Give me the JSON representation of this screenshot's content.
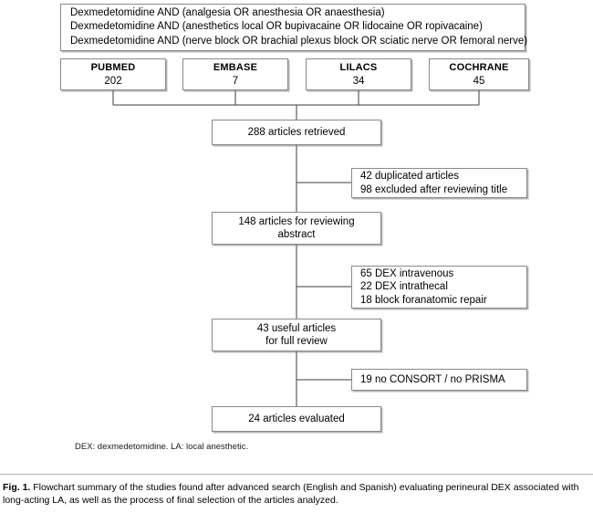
{
  "figure": {
    "caption_label": "Fig. 1.",
    "caption_text": "Flowchart summary of the studies found after advanced search (English and Spanish) evaluating perineural DEX associated with long-acting LA, as well as the process of final selection of the articles analyzed.",
    "footnote": "DEX: dexmedetomidine. LA: local anesthetic."
  },
  "search_query": {
    "lines": [
      "Dexmedetomidine AND (analgesia OR anesthesia OR anaesthesia)",
      "Dexmedetomidine AND (anesthetics local OR bupivacaine OR lidocaine OR ropivacaine)",
      "Dexmedetomidine AND (nerve block OR brachial plexus block OR sciatic nerve OR femoral nerve)"
    ]
  },
  "databases": [
    {
      "name": "PUBMED",
      "count": "202"
    },
    {
      "name": "EMBASE",
      "count": "7"
    },
    {
      "name": "LILACS",
      "count": "34"
    },
    {
      "name": "COCHRANE",
      "count": "45"
    }
  ],
  "stages": {
    "retrieved": {
      "lines": [
        "288 articles retrieved"
      ]
    },
    "abstract": {
      "lines": [
        "148 articles for reviewing",
        "abstract"
      ]
    },
    "useful": {
      "lines": [
        "43 useful articles",
        "for full review"
      ]
    },
    "evaluated": {
      "lines": [
        "24 articles evaluated"
      ]
    }
  },
  "exclusions": {
    "first": {
      "lines": [
        "42 duplicated articles",
        "98 excluded after reviewing title"
      ]
    },
    "second": {
      "lines": [
        "65 DEX intravenous",
        "22 DEX intrathecal",
        "18 block foranatomic repair"
      ]
    },
    "third": {
      "lines": [
        "19 no CONSORT / no PRISMA"
      ]
    }
  },
  "colors": {
    "box_border": "#8a8a8a",
    "connector": "#3c3c3c",
    "background": "#ffffff",
    "text": "#000000"
  }
}
